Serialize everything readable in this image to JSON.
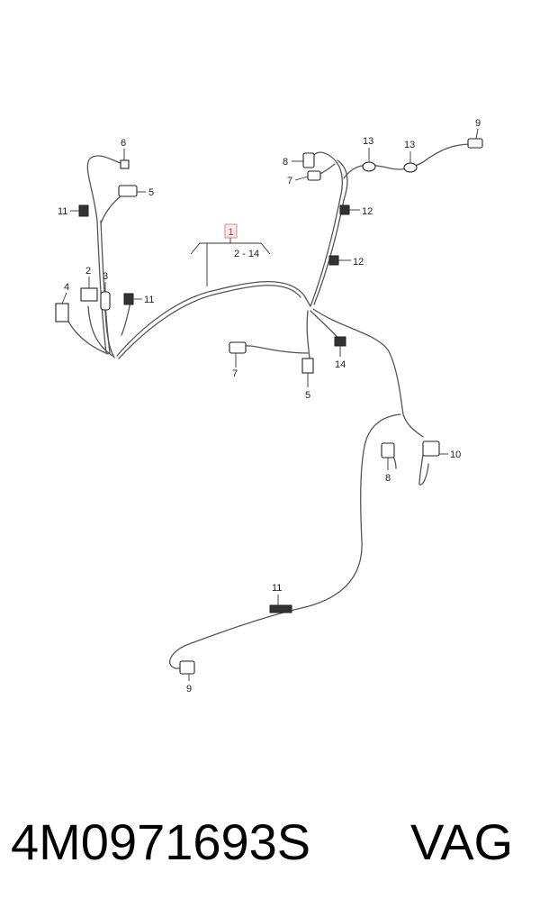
{
  "diagram": {
    "main_callout": "1",
    "range_callout": "2 - 14",
    "callouts": [
      "6",
      "5",
      "11",
      "2",
      "3",
      "4",
      "11",
      "8",
      "7",
      "13",
      "13",
      "9",
      "12",
      "12",
      "7",
      "5",
      "14",
      "8",
      "10",
      "11",
      "9"
    ]
  },
  "footer": {
    "part_number": "4M0971693S",
    "brand": "VAG"
  }
}
